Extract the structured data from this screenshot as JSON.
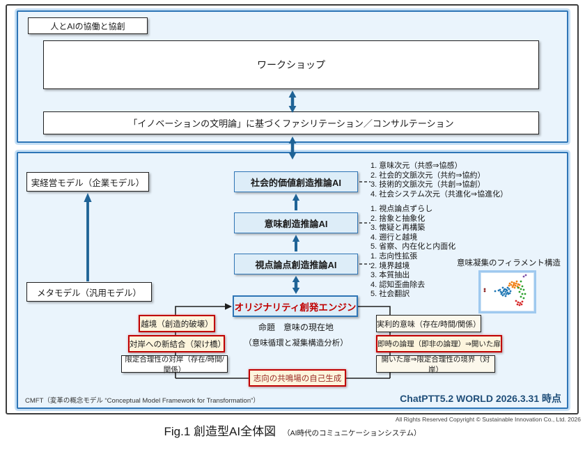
{
  "top": {
    "tag": "人とAIの協働と協創",
    "workshop": "ワークショップ",
    "facilitation": "「イノベーションの文明論」に基づくファシリテーション／コンサルテーション"
  },
  "models": {
    "real": "実経営モデル（企業モデル）",
    "meta": "メタモデル（汎用モデル）"
  },
  "stack": {
    "social": "社会的価値創造推論AI",
    "meaning": "意味創造推論AI",
    "viewpoint": "視点論点創造推論AI",
    "engine": "オリジナリティ創発エンジン"
  },
  "notes": {
    "social": [
      "1. 意味次元（共感⇒協感）",
      "2. 社会的文脈次元（共約⇒協約）",
      "3. 技術的文脈次元（共創⇒協創）",
      "4. 社会システム次元（共進化⇒協進化）"
    ],
    "meaning": [
      "1. 視点論点ずらし",
      "2. 捨象と抽象化",
      "3. 懐疑と再構築",
      "4. 遡行と越境",
      "5. 省察、内在化と内面化"
    ],
    "viewpoint": [
      "1. 志向性拡張",
      "2. 境界越境",
      "3. 本質抽出",
      "4. 認知歪曲除去",
      "5. 社会翻訳"
    ]
  },
  "filament": {
    "label": "意味凝集のフィラメント構造",
    "colors": [
      "#1f77b4",
      "#f07f13",
      "#2ca02c",
      "#d62728",
      "#7b4fa6",
      "#8b2020"
    ],
    "points": [
      [
        27,
        24,
        0
      ],
      [
        31,
        21,
        0
      ],
      [
        34,
        23,
        0
      ],
      [
        37,
        25,
        0
      ],
      [
        40,
        23,
        0
      ],
      [
        32,
        26,
        0
      ],
      [
        35,
        27,
        0
      ],
      [
        38,
        28,
        0
      ],
      [
        30,
        28,
        0
      ],
      [
        33,
        30,
        0
      ],
      [
        36,
        30,
        0
      ],
      [
        39,
        30,
        0
      ],
      [
        31,
        32,
        0
      ],
      [
        35,
        33,
        0
      ],
      [
        28,
        27,
        0
      ],
      [
        29,
        30,
        0
      ],
      [
        42,
        26,
        0
      ],
      [
        38,
        21,
        0
      ],
      [
        25,
        25,
        0
      ],
      [
        41,
        29,
        0
      ],
      [
        36,
        24,
        0
      ],
      [
        33,
        24,
        0
      ],
      [
        20,
        26,
        0
      ],
      [
        41,
        15,
        1
      ],
      [
        44,
        13,
        1
      ],
      [
        47,
        14,
        1
      ],
      [
        50,
        15,
        1
      ],
      [
        53,
        16,
        1
      ],
      [
        43,
        17,
        1
      ],
      [
        46,
        18,
        1
      ],
      [
        49,
        18,
        1
      ],
      [
        52,
        19,
        1
      ],
      [
        45,
        20,
        1
      ],
      [
        48,
        21,
        1
      ],
      [
        40,
        18,
        1
      ],
      [
        51,
        12,
        1
      ],
      [
        55,
        17,
        1
      ],
      [
        54,
        21,
        1
      ],
      [
        47,
        16,
        1
      ],
      [
        57,
        12,
        2
      ],
      [
        59,
        19,
        2
      ],
      [
        57,
        23,
        2
      ],
      [
        61,
        24,
        2
      ],
      [
        55,
        27,
        2
      ],
      [
        59,
        30,
        2
      ],
      [
        57,
        34,
        2
      ],
      [
        61,
        36,
        2
      ],
      [
        53,
        21,
        2
      ],
      [
        63,
        30,
        2
      ],
      [
        50,
        40,
        3
      ],
      [
        53,
        42,
        3
      ],
      [
        56,
        43,
        3
      ],
      [
        58,
        45,
        3
      ],
      [
        52,
        45,
        3
      ],
      [
        59,
        41,
        3
      ],
      [
        55,
        46,
        3
      ],
      [
        61,
        5,
        4
      ],
      [
        64,
        3,
        4
      ],
      [
        5,
        23,
        5
      ],
      [
        5,
        26,
        5
      ]
    ]
  },
  "engine_notes": {
    "line1": "命題　意味の現在地",
    "line2": "（意味循環と凝集構造分析）"
  },
  "left_chain": {
    "crossing": "越境（創造的破壊）",
    "recombination": "対岸への新結合（架け橋）",
    "bounded": "限定合理性の対岸（存在/時間/関係）"
  },
  "right_chain": {
    "practical": "実利的意味（存在/時間/関係）",
    "immediate": "即時の論理（即非の論理）⇒開いた扉",
    "open_door": "開いた扉⇒限定合理性の境界（対岸）"
  },
  "resonance": "志向の共鳴場の自己生成",
  "footer": {
    "cmft": "CMFT（変革の概念モデル “Conceptual Model Framework for Transformation”）",
    "version": "ChatPTT5.2 WORLD 2026.3.31 時点",
    "copyright": "All Rights Reserved Copyright ©  Sustainable Innovation Co., Ltd.  2026",
    "fig_title": "Fig.1 創造型AI全体図",
    "fig_sub": "（AI時代のコミュニケーションシステム）"
  }
}
